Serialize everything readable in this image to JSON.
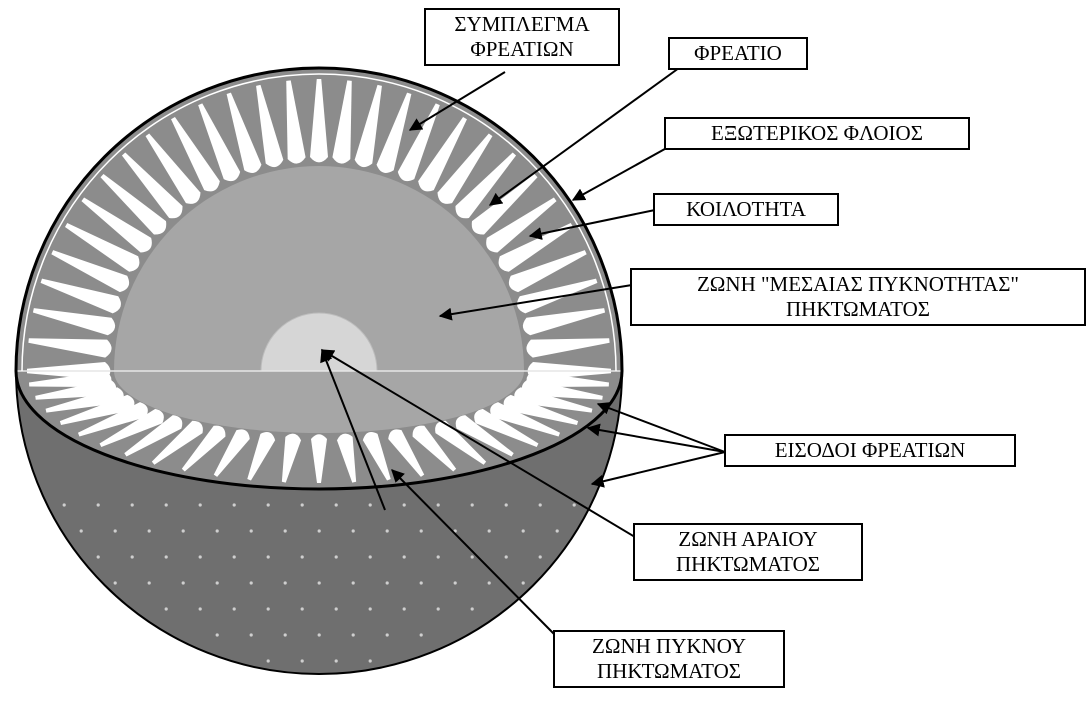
{
  "labels": {
    "cluster": [
      "ΣΥΜΠΛΕΓΜΑ",
      "ΦΡΕΑΤΙΩΝ"
    ],
    "well": [
      "ΦΡΕΑΤΙΟ"
    ],
    "outer_crust": [
      "ΕΞΩΤΕΡΙΚΟΣ ΦΛΟΙΟΣ"
    ],
    "cavity": [
      "ΚΟΙΛΟΤΗΤΑ"
    ],
    "medium_zone": [
      "ΖΩΝΗ \"ΜΕΣΑΙΑΣ ΠΥΚΝΟΤΗΤΑΣ\"",
      "ΠΗΚΤΩΜΑΤΟΣ"
    ],
    "well_entrances": [
      "ΕΙΣΟΔΟΙ ΦΡΕΑΤΙΩΝ"
    ],
    "sparse_zone": [
      "ΖΩΝΗ ΑΡΑΙΟΥ",
      "ΠΗΚΤΩΜΑΤΟΣ"
    ],
    "dense_zone": [
      "ΖΩΝΗ ΠΥΚΝΟΥ",
      "ΠΗΚΤΩΜΑΤΟΣ"
    ]
  },
  "colors": {
    "outer_shell": "#8c8c8c",
    "lower_hemisphere": "#6f6f6f",
    "middle_zone": "#a6a6a6",
    "inner_core": "#d6d6d6",
    "wells": "#ffffff",
    "outline": "#000000"
  }
}
